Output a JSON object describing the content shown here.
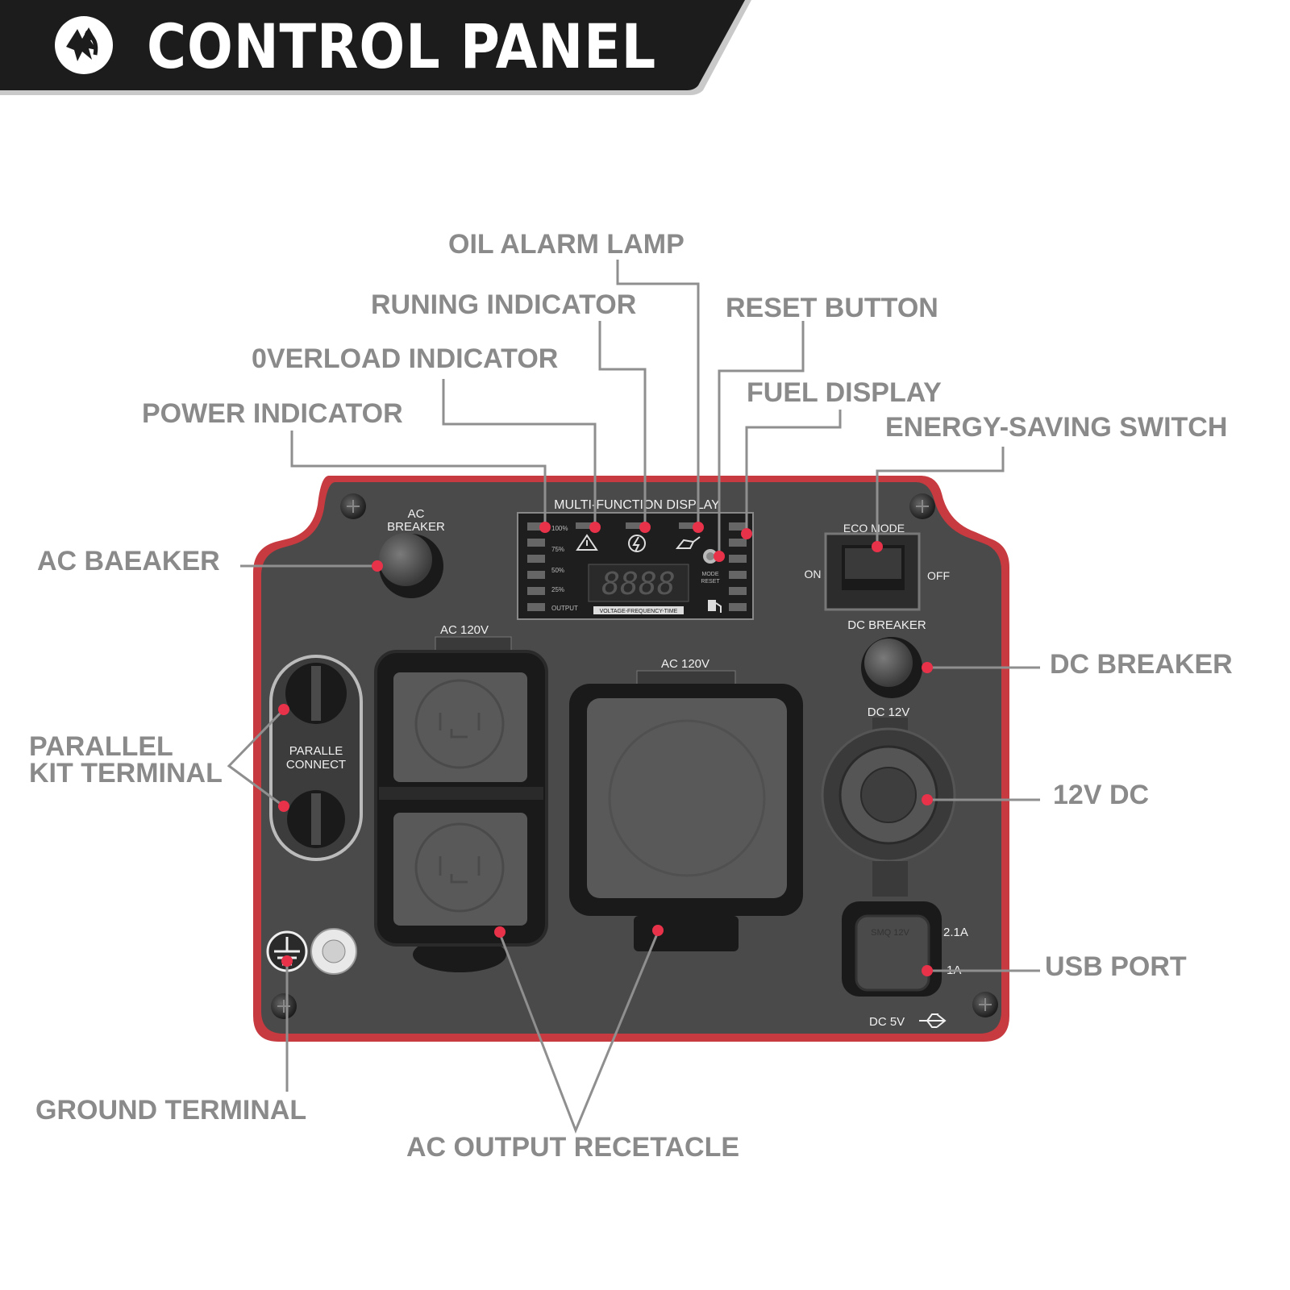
{
  "header": {
    "title": "CONTROL PANEL"
  },
  "colors": {
    "banner": "#1c1c1c",
    "banner_edge": "#c8c8c8",
    "label_text": "#8a8a8a",
    "leader_line": "#8f8f8f",
    "marker_dot": "#e8324a",
    "panel_face": "#4a4a4a",
    "panel_rim": "#c73a3f"
  },
  "callouts": {
    "oil_alarm_lamp": "OIL ALARM LAMP",
    "running_indicator": "RUNING INDICATOR",
    "reset_button": "RESET BUTTON",
    "overload_indicator": "0VERLOAD INDICATOR",
    "fuel_display": "FUEL DISPLAY",
    "power_indicator": "POWER INDICATOR",
    "energy_saving_switch": "ENERGY-SAVING SWITCH",
    "ac_breaker": "AC BAEAKER",
    "dc_breaker": "DC BREAKER",
    "parallel_kit_terminal": "PARALLEL\nKIT TERMINAL",
    "dc_12v": "12V DC",
    "usb_port": "USB PORT",
    "ground_terminal": "GROUND TERMINAL",
    "ac_output_receptacle": "AC OUTPUT RECETACLE"
  },
  "panel": {
    "ac_breaker_label_1": "AC",
    "ac_breaker_label_2": "BREAKER",
    "display_title": "MULTI-FUNCTION DISPLAY",
    "display_levels": [
      "100%",
      "75%",
      "50%",
      "25%",
      "OUTPUT"
    ],
    "display_digits": "8888",
    "display_caption": "VOLTAGE-FREQUENCY-TIME",
    "mode_reset_1": "MODE",
    "mode_reset_2": "RESET",
    "eco_mode": "ECO MODE",
    "switch_on": "ON",
    "switch_off": "OFF",
    "dc_breaker_label": "DC BREAKER",
    "ac_120v_left": "AC 120V",
    "ac_120v_center": "AC 120V",
    "parallel_connect_1": "PARALLE",
    "parallel_connect_2": "CONNECT",
    "dc_12v_label": "DC 12V",
    "usb_2a": "2.1A",
    "usb_1a": "1A",
    "dc_5v": "DC 5V",
    "usb_cover_text": "SMQ 12V"
  }
}
